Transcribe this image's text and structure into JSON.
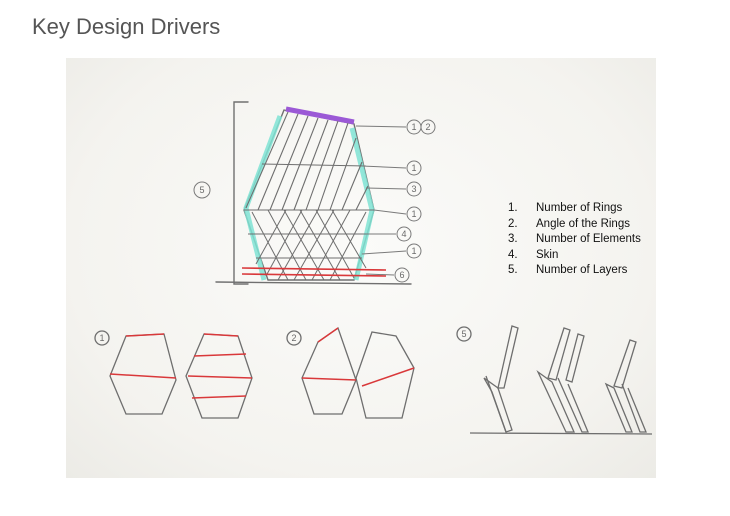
{
  "page": {
    "title": "Key Design Drivers"
  },
  "legend": {
    "items": [
      {
        "num": "1.",
        "label": "Number of Rings"
      },
      {
        "num": "2.",
        "label": "Angle of the Rings"
      },
      {
        "num": "3.",
        "label": "Number of Elements"
      },
      {
        "num": "4.",
        "label": "Skin"
      },
      {
        "num": "5.",
        "label": "Number of Layers"
      }
    ]
  },
  "sketch": {
    "callouts": [
      "1",
      "2",
      "1",
      "3",
      "1",
      "4",
      "1",
      "6",
      "5"
    ],
    "sub_sketch_labels": [
      "1",
      "2",
      "5"
    ],
    "colors": {
      "pencil": "#6e6e6e",
      "red_ring": "#d9383a",
      "purple_top": "#9b59d6",
      "teal_skin": "#7fe3d3"
    }
  }
}
